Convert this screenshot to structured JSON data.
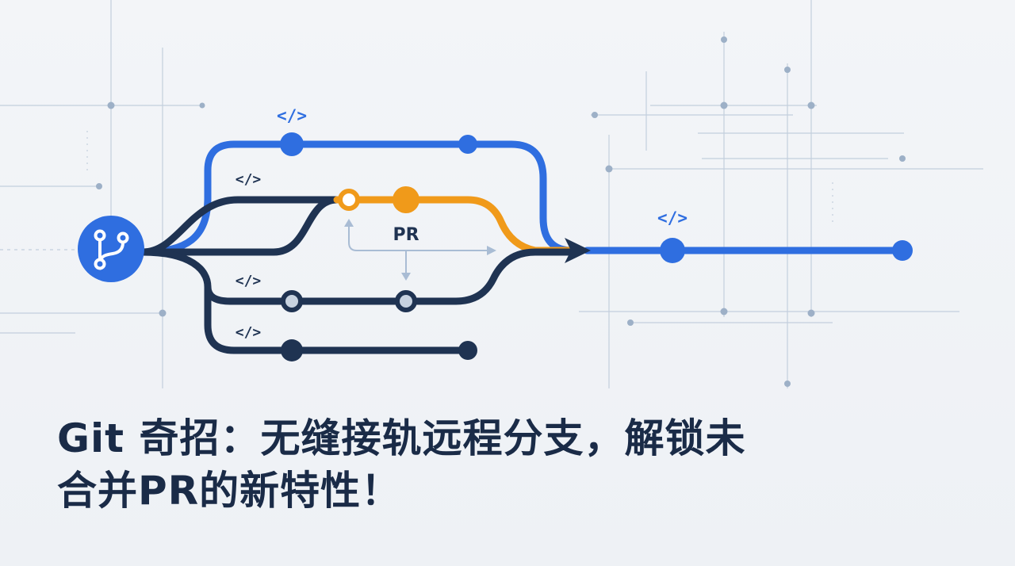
{
  "title": {
    "line1": "Git 奇招：无缝接轨远程分支，解锁未",
    "line2": "合并PR的新特性！"
  },
  "diagram": {
    "code_tag": "</>",
    "pr_label": "PR",
    "icon": "git-branch-icon",
    "colors": {
      "blue": "#2f6ee0",
      "navy": "#1f3352",
      "orange": "#f09a1a",
      "grid": "#b9c6d6"
    }
  }
}
